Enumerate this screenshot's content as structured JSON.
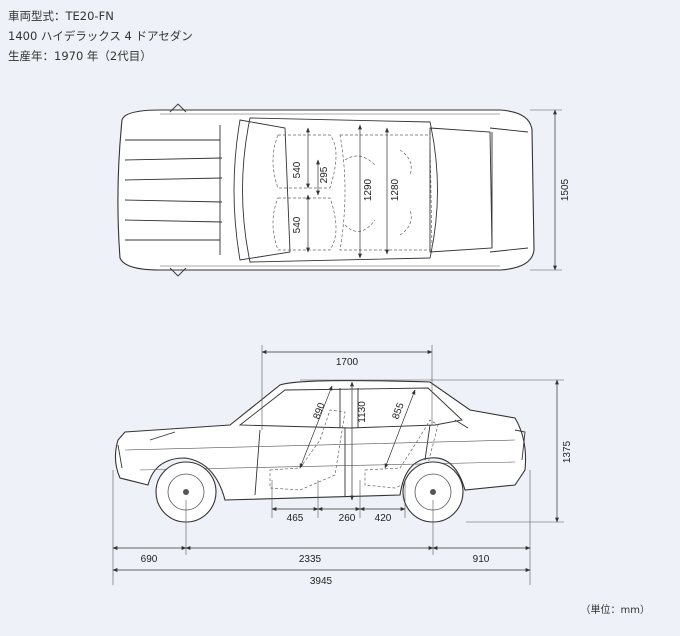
{
  "header": {
    "line1": "車両型式：TE20-FN",
    "line2": "1400 ハイデラックス 4 ドアセダン",
    "line3": "生産年：1970 年（2代目）"
  },
  "dimensions": {
    "top": {
      "front_seat_depth": "540",
      "rear_seat_depth": "540",
      "seat_gap": "295",
      "interior_width_front": "1290",
      "interior_width_rear": "1280",
      "overall_width": "1505"
    },
    "side": {
      "interior_length": "1700",
      "front_headroom": "890",
      "interior_height": "1130",
      "rear_headroom": "855",
      "overall_height": "1375",
      "front_legroom": "465",
      "seat_spacing": "260",
      "rear_legroom": "420",
      "front_overhang": "690",
      "wheelbase": "2335",
      "rear_overhang": "910",
      "overall_length": "3945"
    }
  },
  "unit_label": "（単位：mm）"
}
